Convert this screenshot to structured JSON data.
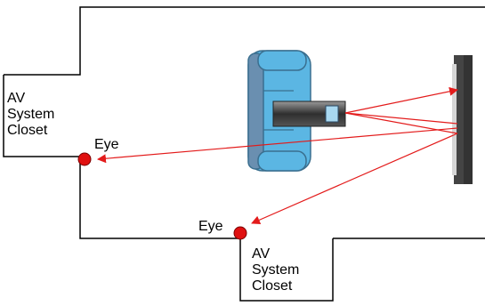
{
  "closets": {
    "left": {
      "lines": [
        "AV",
        "System",
        "Closet"
      ]
    },
    "bottom": {
      "lines": [
        "AV",
        "System",
        "Closet"
      ]
    }
  },
  "eyes": {
    "left": {
      "label": "Eye"
    },
    "bottom": {
      "label": "Eye"
    }
  },
  "colors": {
    "wall": "#000000",
    "sofa": "#5bb6e3",
    "sofa_outline": "#3a6f8f",
    "projector": "#3c3c3c",
    "projector_lens": "#a8d8f0",
    "screen": "#333333",
    "light_rays": "#e31b1b",
    "eye_marker": "#e01010"
  },
  "icons": {
    "sofa": "sofa-icon",
    "projector": "projector-icon",
    "screen": "screen-icon",
    "eye": "eye-marker-icon"
  }
}
